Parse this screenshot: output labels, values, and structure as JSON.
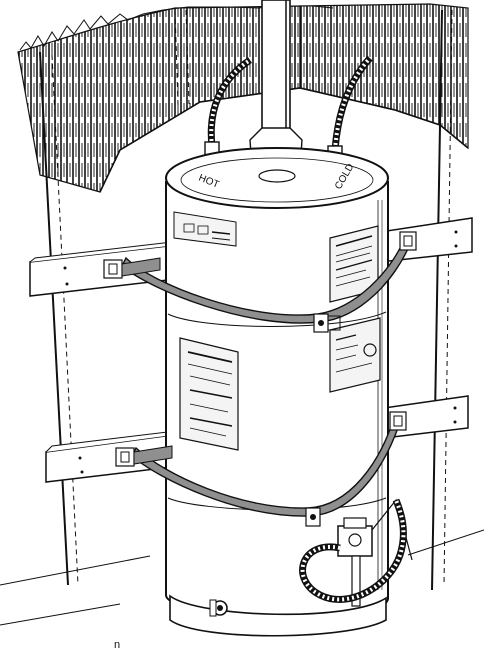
{
  "labels": {
    "hot": "HOT",
    "cold": "COLD",
    "corner_mark": "n"
  },
  "icons": {
    "heater": "water-heater-icon",
    "strap": "seismic-strap-icon",
    "flue": "flue-pipe-icon",
    "gas_valve": "gas-valve-icon"
  },
  "colors": {
    "ink": "#111111",
    "strap_fill": "#8f8f8f",
    "paper": "#ffffff",
    "label_fill": "#f4f4f4"
  }
}
